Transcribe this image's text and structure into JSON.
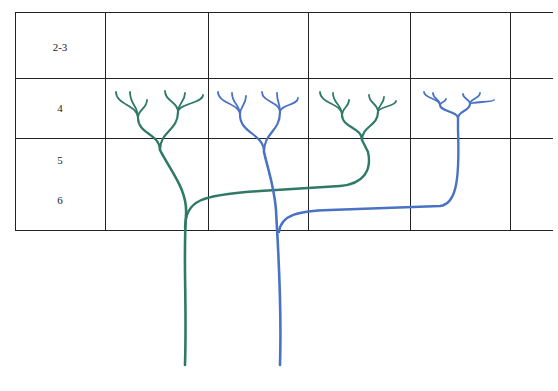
{
  "diagram": {
    "labels": [
      "2-3",
      "4",
      "5",
      "6"
    ]
  }
}
